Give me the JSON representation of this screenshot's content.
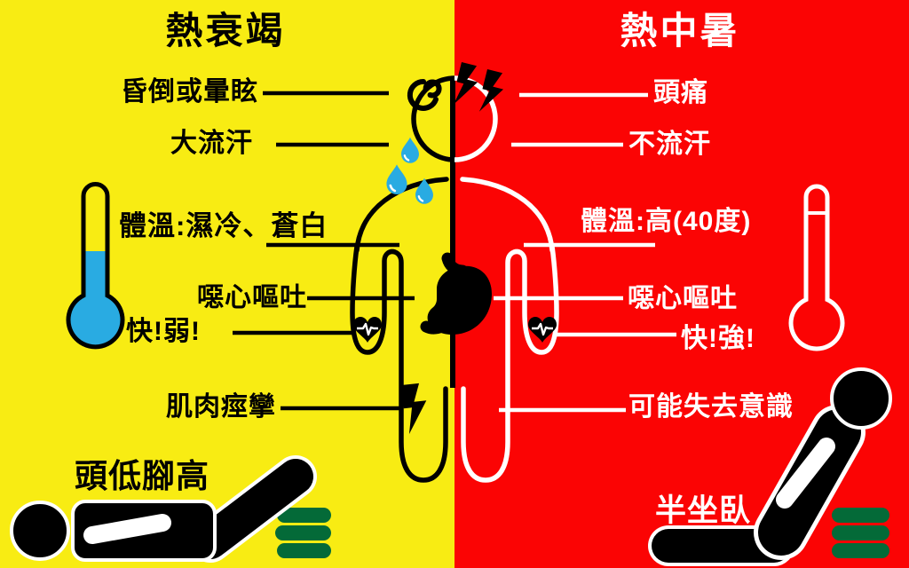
{
  "colors": {
    "left_bg": "#F8EC13",
    "right_bg": "#FB0404",
    "water_blue": "#29ABE2",
    "cushion_green": "#046A38",
    "black": "#000000",
    "white": "#FFFFFF"
  },
  "left_panel": {
    "title": "熱衰竭",
    "labels": {
      "fainting": "昏倒或暈眩",
      "sweating": "大流汗",
      "temperature": "體溫:濕冷、蒼白",
      "nausea": "噁心嘔吐",
      "pulse": "快!弱!",
      "cramps": "肌肉痙攣",
      "posture": "頭低腳高"
    }
  },
  "right_panel": {
    "title": "熱中暑",
    "labels": {
      "headache": "頭痛",
      "no_sweat": "不流汗",
      "temperature": "體溫:高(40度)",
      "nausea": "噁心嘔吐",
      "pulse": "快!強!",
      "consciousness": "可能失去意識",
      "posture": "半坐臥"
    }
  },
  "icons": {
    "left": [
      "thermometer-low-icon",
      "dizzy-spiral-icon",
      "sweat-drops-icon",
      "heart-rate-icon",
      "cramp-bolt-icon",
      "lying-person-icon",
      "cushion-stack-icon"
    ],
    "right": [
      "thermometer-high-icon",
      "headache-bolts-icon",
      "heart-rate-icon",
      "reclining-person-icon",
      "cushion-stack-icon"
    ],
    "center": [
      "split-human-figure",
      "stomach-icon"
    ]
  }
}
